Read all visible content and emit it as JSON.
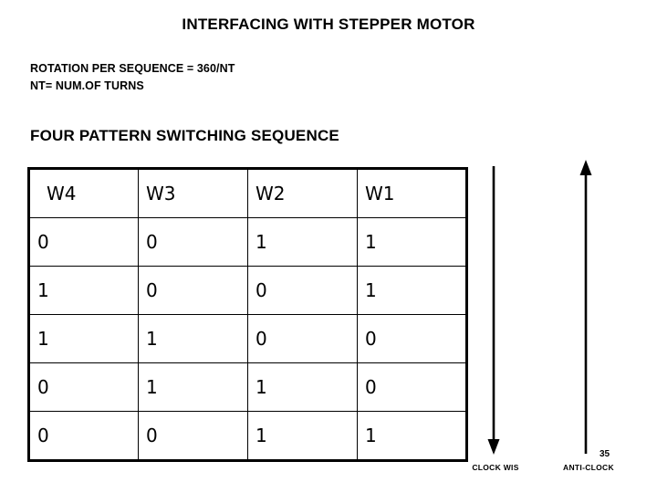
{
  "slide": {
    "title": "INTERFACING WITH STEPPER MOTOR",
    "page_number": "35"
  },
  "formula": {
    "line1": "ROTATION PER SEQUENCE = 360/NT",
    "line2": "NT= NUM.OF TURNS"
  },
  "section": {
    "heading": "FOUR PATTERN SWITCHING SEQUENCE"
  },
  "table": {
    "headers": [
      "W4",
      "W3",
      "W2",
      "W1"
    ],
    "rows": [
      [
        "0",
        "0",
        "1",
        "1"
      ],
      [
        "1",
        "0",
        "0",
        "1"
      ],
      [
        "1",
        "1",
        "0",
        "0"
      ],
      [
        "0",
        "1",
        "1",
        "0"
      ],
      [
        "0",
        "0",
        "1",
        "1"
      ]
    ]
  },
  "arrows": [
    {
      "name": "clockwise",
      "label": "CLOCK WIS",
      "direction": "down",
      "icon": "arrow-down-icon"
    },
    {
      "name": "anticlockwise",
      "label": "ANTI-CLOCK",
      "direction": "up",
      "icon": "arrow-up-icon"
    }
  ],
  "colors": {
    "background": "#ffffff",
    "foreground": "#000000"
  }
}
